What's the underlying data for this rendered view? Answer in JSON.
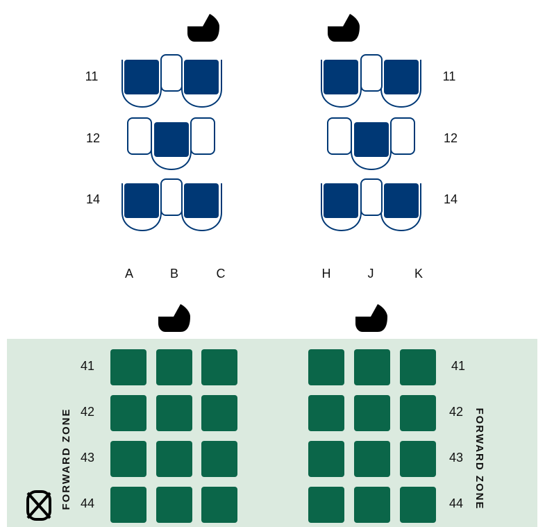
{
  "colors": {
    "occupied": "#003875",
    "outline": "#003875",
    "available_box": "#ffffff",
    "zone_band": "#dbeadf",
    "zone_seat": "#0b6649",
    "icon": "#000000"
  },
  "icons": {
    "bassinet": "bassinet-icon",
    "exit": "no-seat-icon"
  },
  "business": {
    "rows": [
      "11",
      "12",
      "14"
    ],
    "columns": [
      "A",
      "B",
      "C",
      "H",
      "J",
      "K"
    ],
    "seats": {
      "11A": "occupied",
      "11B": "available",
      "11C": "occupied",
      "11H": "occupied",
      "11J": "available",
      "11K": "occupied",
      "12A": "available",
      "12B": "occupied",
      "12C": "available",
      "12H": "available",
      "12J": "occupied",
      "12K": "available",
      "14A": "occupied",
      "14B": "available",
      "14C": "occupied",
      "14H": "occupied",
      "14J": "available",
      "14K": "occupied"
    }
  },
  "forward_zone": {
    "label": "FORWARD ZONE",
    "rows": [
      "41",
      "42",
      "43",
      "44"
    ]
  }
}
